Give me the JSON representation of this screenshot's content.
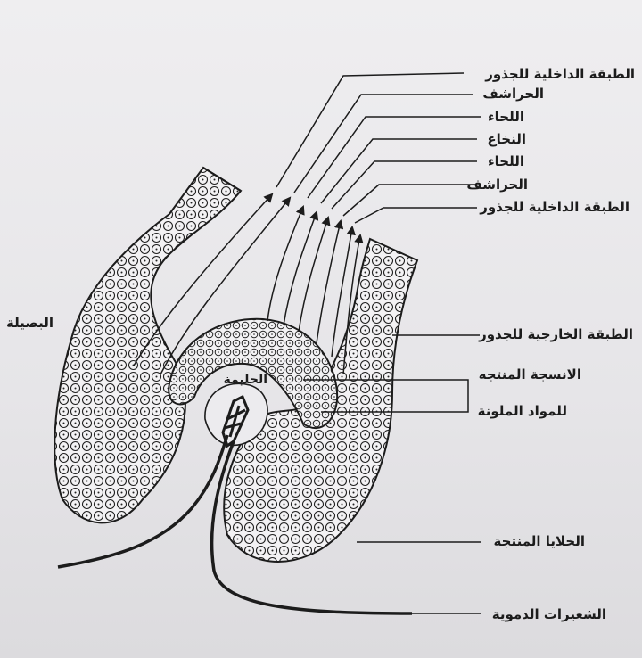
{
  "labels": {
    "inner_root_sheath_top": "الطبقة الداخلية للجذور",
    "cuticle_top": "الحراشف",
    "cortex_top": "اللحاء",
    "medulla": "النخاع",
    "cortex_bottom": "اللحاء",
    "cuticle_bottom": "الحراشف",
    "inner_root_sheath_bottom": "الطبقة الداخلية للجذور",
    "outer_root_sheath": "الطبقة الخارجية للجذور",
    "pigment_tissue_line1": "الانسجة المنتجه",
    "pigment_tissue_line2": "للمواد الملونة",
    "bulb": "البصيلة",
    "papilla": "الحليمة",
    "matrix_cells": "الخلايا المنتجة",
    "capillaries": "الشعيرات الدموية"
  },
  "colors": {
    "ink": "#1c1c1c",
    "paper": "#ecebee"
  }
}
